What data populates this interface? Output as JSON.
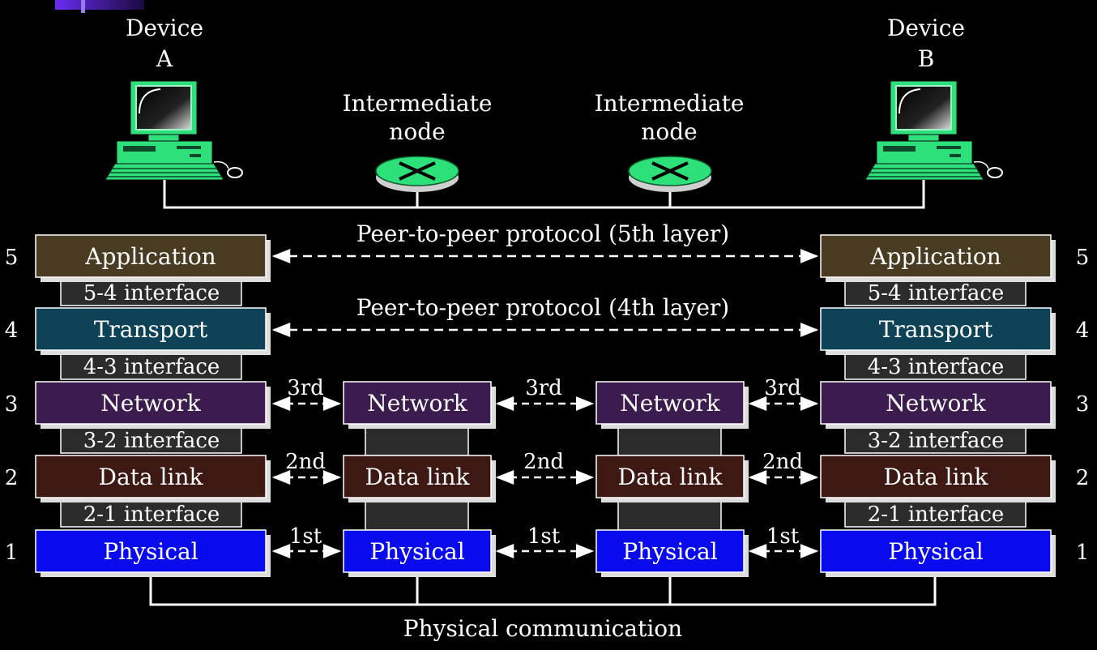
{
  "devices": [
    {
      "label_line1": "Device",
      "label_line2": "A"
    },
    {
      "label_line1": "Device",
      "label_line2": "B"
    }
  ],
  "nodes": [
    {
      "label_line1": "Intermediate",
      "label_line2": "node"
    },
    {
      "label_line1": "Intermediate",
      "label_line2": "node"
    }
  ],
  "layer_numbers": [
    "5",
    "4",
    "3",
    "2",
    "1"
  ],
  "layers": {
    "application": "Application",
    "transport": "Transport",
    "network": "Network",
    "datalink": "Data link",
    "physical": "Physical"
  },
  "interfaces": {
    "i54": "5-4 interface",
    "i43": "4-3 interface",
    "i32": "3-2 interface",
    "i21": "2-1 interface"
  },
  "protocols": {
    "p5": "Peer-to-peer protocol (5th layer)",
    "p4": "Peer-to-peer protocol (4th layer)"
  },
  "hops": {
    "third": "3rd",
    "second": "2nd",
    "first": "1st"
  },
  "bottom_label": "Physical communication",
  "colors": {
    "application": "#4a3c22",
    "transport": "#0e4256",
    "network": "#3c1c4e",
    "datalink": "#3e1812",
    "physical": "#0a0aee",
    "interface": "#2c2c2c",
    "node_green": "#2ee07a",
    "screen_green": "#9ff0c8"
  }
}
